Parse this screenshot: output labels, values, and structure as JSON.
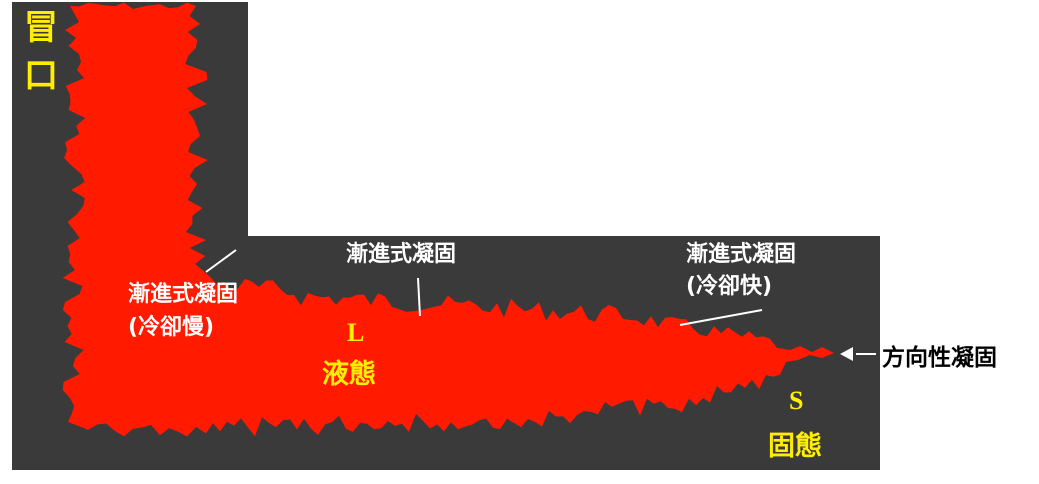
{
  "diagram": {
    "colors": {
      "mold": "#3a3a3a",
      "liquid_metal": "#ff1a00",
      "label_white": "#ffffff",
      "label_yellow": "#ffee00",
      "background": "#ffffff"
    },
    "riser_label": "冒口",
    "labels": {
      "progressive_left": "漸進式凝固",
      "progressive_left_note": "(冷卻慢)",
      "progressive_middle": "漸進式凝固",
      "progressive_right": "漸進式凝固",
      "progressive_right_note": "(冷卻快)",
      "liquid_letter": "L",
      "liquid_text": "液態",
      "solid_letter": "S",
      "solid_text": "固態",
      "directional": "方向性凝固",
      "arrow_icon": "left-arrow-icon"
    }
  }
}
